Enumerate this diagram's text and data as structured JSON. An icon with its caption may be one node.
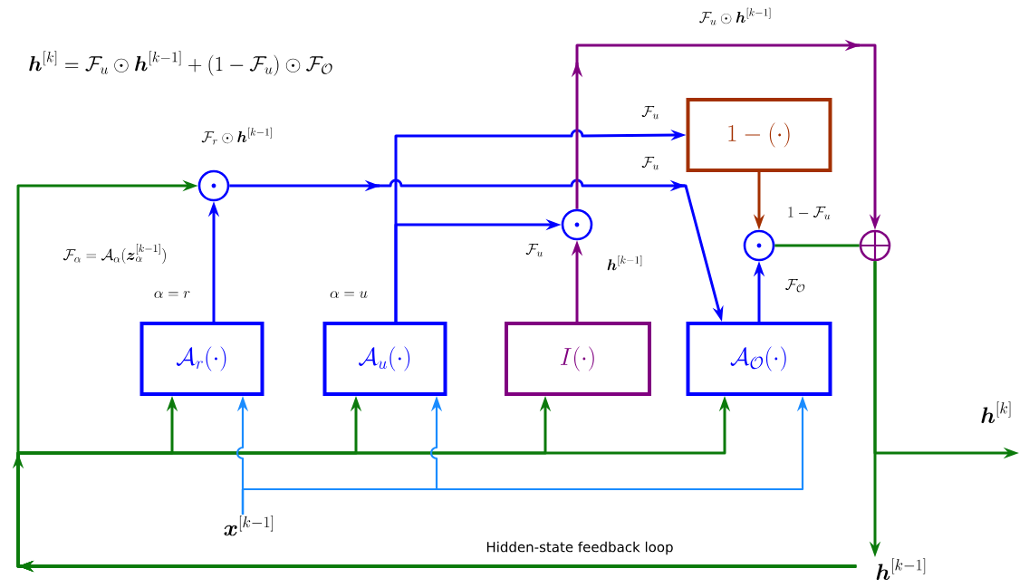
{
  "diagram": {
    "nodes": [
      {
        "text": [
          "\\mathcal{A}_r(\\cdot)"
        ]
      },
      {
        "text": [
          "\\mathcal{A}_u(\\cdot)"
        ]
      },
      {
        "text": [
          "I(\\cdot)"
        ]
      },
      {
        "text": [
          "\\mathcal{A}_{\\mathcal{O}}(\\cdot)"
        ]
      },
      {
        "text": [
          "1-(\\cdot)"
        ]
      },
      {
        "text": [],
        "shape": "circle",
        "beside": [
          "\\mathcal{F}_r \\odot \\boldsymbol{h}^{[k-1]}"
        ]
      },
      {
        "text": [],
        "shape": "circle"
      },
      {
        "text": [],
        "shape": "circle"
      },
      {
        "text": [],
        "shape": "circle"
      },
      {
        "text": [
          "\\boldsymbol{x}^{[k-1]}"
        ]
      },
      {
        "text": [
          "\\boldsymbol{h}^{[k-1]}"
        ]
      }
    ],
    "edges": [
      {
        "from": 10,
        "to": 5,
        "arrow": "to",
        "label": "Hidden-state feedback loop"
      },
      {
        "from": 10,
        "to": 0,
        "arrow": "to"
      },
      {
        "from": 10,
        "to": 1,
        "arrow": "to"
      },
      {
        "from": 10,
        "to": 2,
        "arrow": "to"
      },
      {
        "from": 10,
        "to": 3,
        "arrow": "to"
      },
      {
        "from": 0,
        "to": 5,
        "arrow": "to",
        "color": "#0000ff"
      },
      {
        "from": 9,
        "to": 0,
        "arrow": "to",
        "color": "#1a8cff"
      },
      {
        "from": 9,
        "to": 1,
        "arrow": "to",
        "color": "#1a8cff"
      },
      {
        "from": 9,
        "to": 3,
        "arrow": "to",
        "color": "#1a8cff"
      },
      {
        "from": 5,
        "to": 3,
        "arrow": "to",
        "color": "#0000ff",
        "label": "\\mathcal{F}_u"
      },
      {
        "from": 1,
        "to": 4,
        "arrow": "to",
        "color": "#0000ff",
        "label": "\\mathcal{F}_u"
      },
      {
        "from": 1,
        "to": 6,
        "arrow": "to",
        "color": "#0000ff",
        "label": "\\mathcal{F}_u"
      },
      {
        "from": 2,
        "to": 6,
        "arrow": "to",
        "color": "#800080",
        "label": "\\boldsymbol{h}^{[k-1]}"
      },
      {
        "from": 6,
        "to": 8,
        "arrow": "to",
        "color": "#800080",
        "label": "\\mathcal{F}_u \\odot \\boldsymbol{h}^{[k-1]}"
      },
      {
        "from": 4,
        "to": 7,
        "arrow": "to",
        "color": "#a33000",
        "label": "1-\\mathcal{F}_u"
      },
      {
        "from": 3,
        "to": 7,
        "arrow": "to",
        "color": "#0000ff",
        "label": "\\mathcal{F}_{\\mathcal{O}}"
      },
      {
        "from": 7,
        "to": 8,
        "arrow": "none"
      },
      {
        "from": 8,
        "to": null,
        "arrow": "to",
        "label": "\\boldsymbol{h}^{[k]}"
      },
      {
        "from": 8,
        "to": 10,
        "arrow": "to"
      }
    ],
    "labels": [
      "\\boldsymbol{h}^{[k]} = \\mathcal{F}_u \\odot \\boldsymbol{h}^{[k-1]} + (1-\\mathcal{F}_u) \\odot \\mathcal{F}_{\\mathcal{O}}",
      "\\mathcal{F}_\\alpha = \\mathcal{A}_\\alpha(\\boldsymbol{z}_\\alpha^{[k-1]})",
      "\\alpha = r",
      "\\alpha = u"
    ]
  }
}
